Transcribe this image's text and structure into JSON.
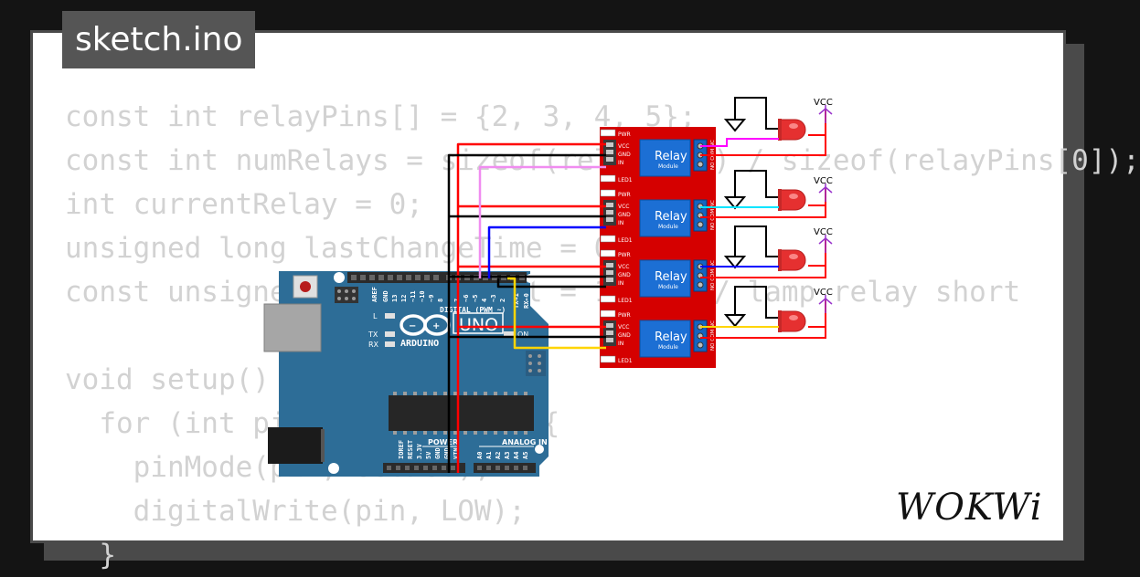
{
  "file_tab": {
    "label": "sketch.ino"
  },
  "code_lines": [
    "const int relayPins[] = {2, 3, 4, 5};",
    "const int numRelays = sizeof(relayPins) / sizeof(relayPins[0]);",
    "int currentRelay = 0;",
    "unsigned long lastChangeTime = 0;",
    "const unsigned long interval = 1000; // lamp relay short",
    "",
    "void setup() {",
    "  for (int pin : relayPins) {",
    "    pinMode(pin, OUTPUT);",
    "    digitalWrite(pin, LOW);",
    "  }"
  ],
  "arduino": {
    "model": "UNO",
    "brand": "ARDUINO",
    "digital_header": "DIGITAL (PWM ~)",
    "power_header": "POWER",
    "analog_header": "ANALOG IN",
    "aref": "AREF",
    "gnd": "GND",
    "pin_13": "13",
    "pin_12": "12",
    "pin_11": "~11",
    "pin_10": "~10",
    "pin_9": "~9",
    "pin_8": "8",
    "pin_7": "7",
    "pin_6": "~6",
    "pin_5": "~5",
    "pin_4": "4",
    "pin_3": "~3",
    "pin_2": "2",
    "pin_tx": "TX→1",
    "pin_rx": "RX←0",
    "led_l": "L",
    "led_tx": "TX",
    "led_rx": "RX",
    "led_on": "ON",
    "ioref": "IOREF",
    "reset": "RESET",
    "v33": "3.3V",
    "v5": "5V",
    "gnd1": "GND",
    "gnd2": "GND",
    "vin": "VIN",
    "a0": "A0",
    "a1": "A1",
    "a2": "A2",
    "a3": "A3",
    "a4": "A4",
    "a5": "A5"
  },
  "relay": {
    "title": "Relay",
    "subtitle": "Module",
    "pwr": "PWR",
    "led1": "LED1",
    "pin_vcc": "VCC",
    "pin_gnd": "GND",
    "pin_in": "IN",
    "contacts": "NO COM NC"
  },
  "lamp_supply": {
    "label": "VCC"
  },
  "branding": {
    "logo": "WOKWi"
  },
  "colors": {
    "board": "#2d6d97",
    "relay_board": "#d50000",
    "relay_block": "#1c6fd4",
    "wire_red": "#ff0000",
    "wire_black": "#000000",
    "wire_pink": "#f08cf0",
    "wire_blue": "#0000ff",
    "wire_yellow": "#ffd500",
    "wire_magenta": "#ff00ff",
    "wire_cyan": "#00e5ff",
    "vcc": "#9933cc"
  }
}
